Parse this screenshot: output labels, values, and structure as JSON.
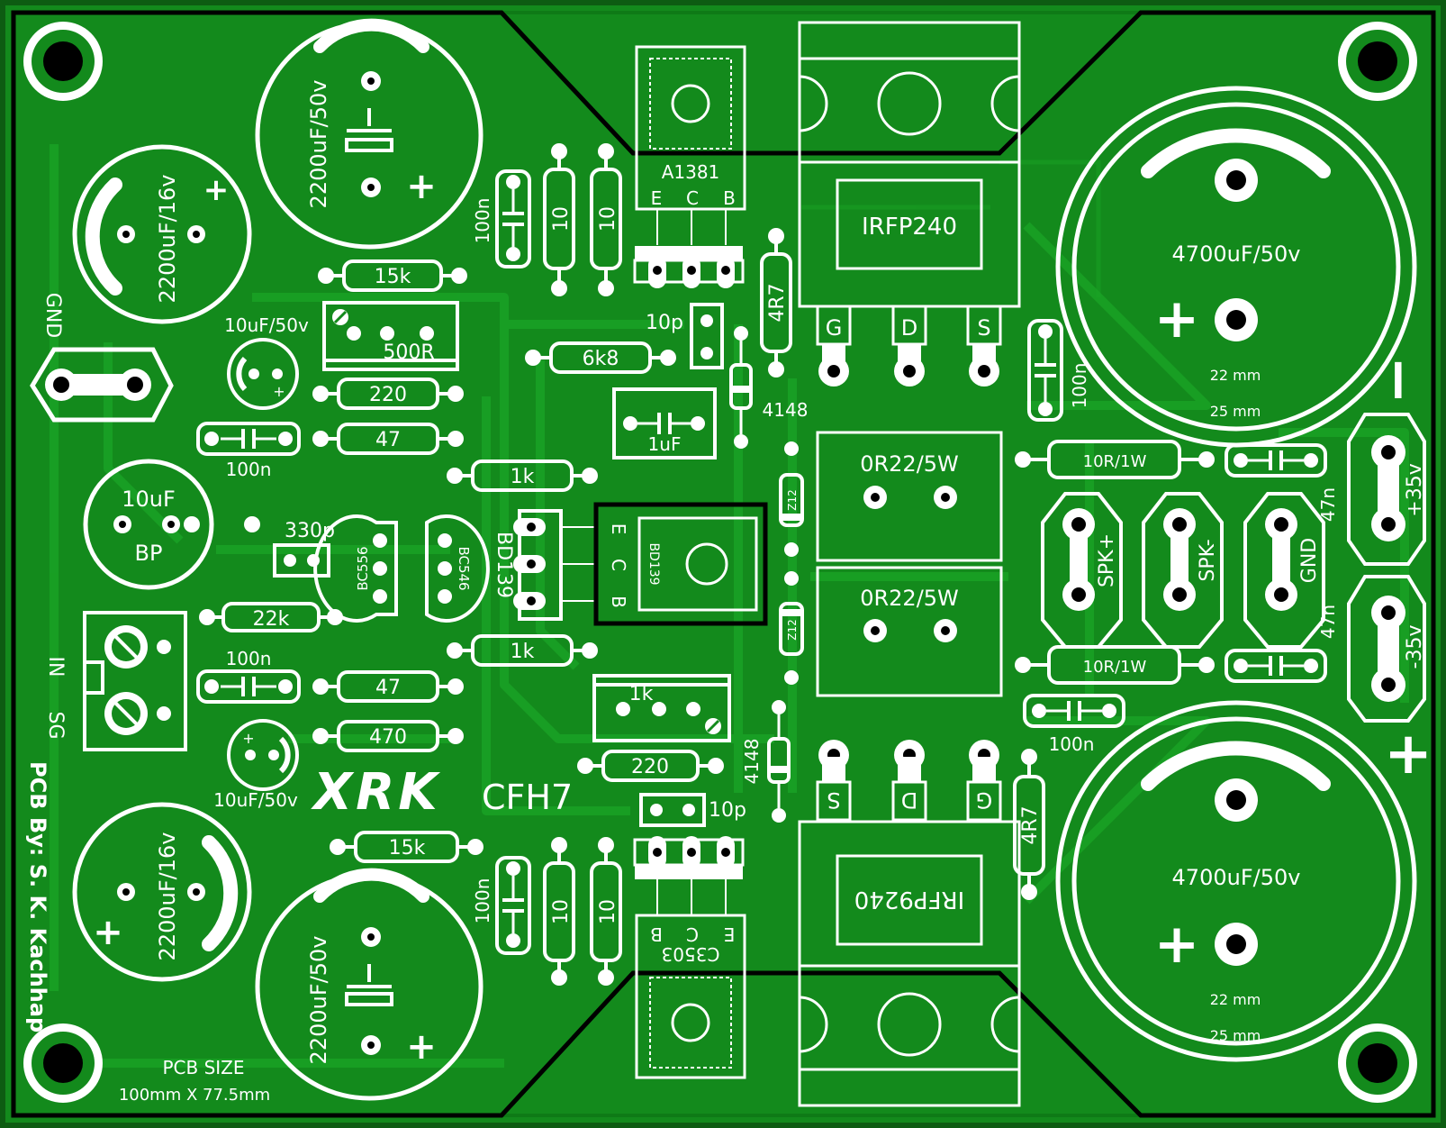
{
  "board": {
    "colors": {
      "soldermask": "#138a1c",
      "copper": "#0c6e14",
      "silkscreen": "#ffffff",
      "outline": "#000000",
      "trace": "#1aa326"
    },
    "title_logo": "XRK",
    "title_model": "CFH7",
    "credit": "PCB By: S. K. Kachhap",
    "size_label": "PCB SIZE",
    "size_value": "100mm X 77.5mm"
  },
  "labels": {
    "cap_top_left": "2200uF/16v",
    "cap_top_mid": "2200uF/50v",
    "cap_bot_left": "2200uF/16v",
    "cap_bot_mid": "2200uF/50v",
    "cap_big_top": "4700uF/50v",
    "cap_big_bot": "4700uF/50v",
    "mm22_top": "22 mm",
    "mm25_top": "25 mm",
    "mm22_bot": "22 mm",
    "mm25_bot": "25 mm",
    "gnd_left": "GND",
    "cap10u_top": "10uF/50v",
    "cap10u_bot": "10uF/50v",
    "cap_bp_1": "10uF",
    "cap_bp_2": "BP",
    "c100n_left": "100n",
    "c100n_left2": "100n",
    "c100n_top": "100n",
    "c100n_bot": "100n",
    "c100n_right": "100n",
    "c100n_right2": "100n",
    "c330p": "330p",
    "c10p_top": "10p",
    "c10p_bot": "10p",
    "c1uF": "1uF",
    "r15k_top": "15k",
    "r15k_bot": "15k",
    "r500R": "500R",
    "r220_a": "220",
    "r47_a": "47",
    "r1k_a": "1k",
    "r1k_b": "1k",
    "r22k": "22k",
    "r47_b": "47",
    "r470": "470",
    "r220_b": "220",
    "r6k8": "6k8",
    "r10_a": "10",
    "r10_b": "10",
    "r10_c": "10",
    "r10_d": "10",
    "r4R7_top": "4R7",
    "r4R7_bot": "4R7",
    "pot1k": "1k",
    "d4148_top": "4148",
    "d4148_bot": "4148",
    "z12_a": "Z12",
    "z12_b": "Z12",
    "bc556": "BC556",
    "bc546": "BC546",
    "bd139": "BD139",
    "bd139_body": "BD139",
    "bd_e": "E",
    "bd_c": "C",
    "bd_b": "B",
    "a1381": "A1381",
    "c3503": "C3503",
    "q_e": "E",
    "q_c": "C",
    "q_b": "B",
    "irfp240": "IRFP240",
    "irfp9240": "IRFP9240",
    "pin_g": "G",
    "pin_d": "D",
    "pin_s": "S",
    "r022_a": "0R22/5W",
    "r022_b": "0R22/5W",
    "r10R_a": "10R/1W",
    "r10R_b": "10R/1W",
    "c47n_a": "47n",
    "c47n_b": "47n",
    "spk_plus": "SPK+",
    "spk_minus": "SPK-",
    "gnd_right": "GND",
    "v_plus": "+35v",
    "v_minus": "-35v",
    "in": "IN",
    "sg": "SG",
    "minus_sign": "−",
    "plus_sign": "+"
  }
}
